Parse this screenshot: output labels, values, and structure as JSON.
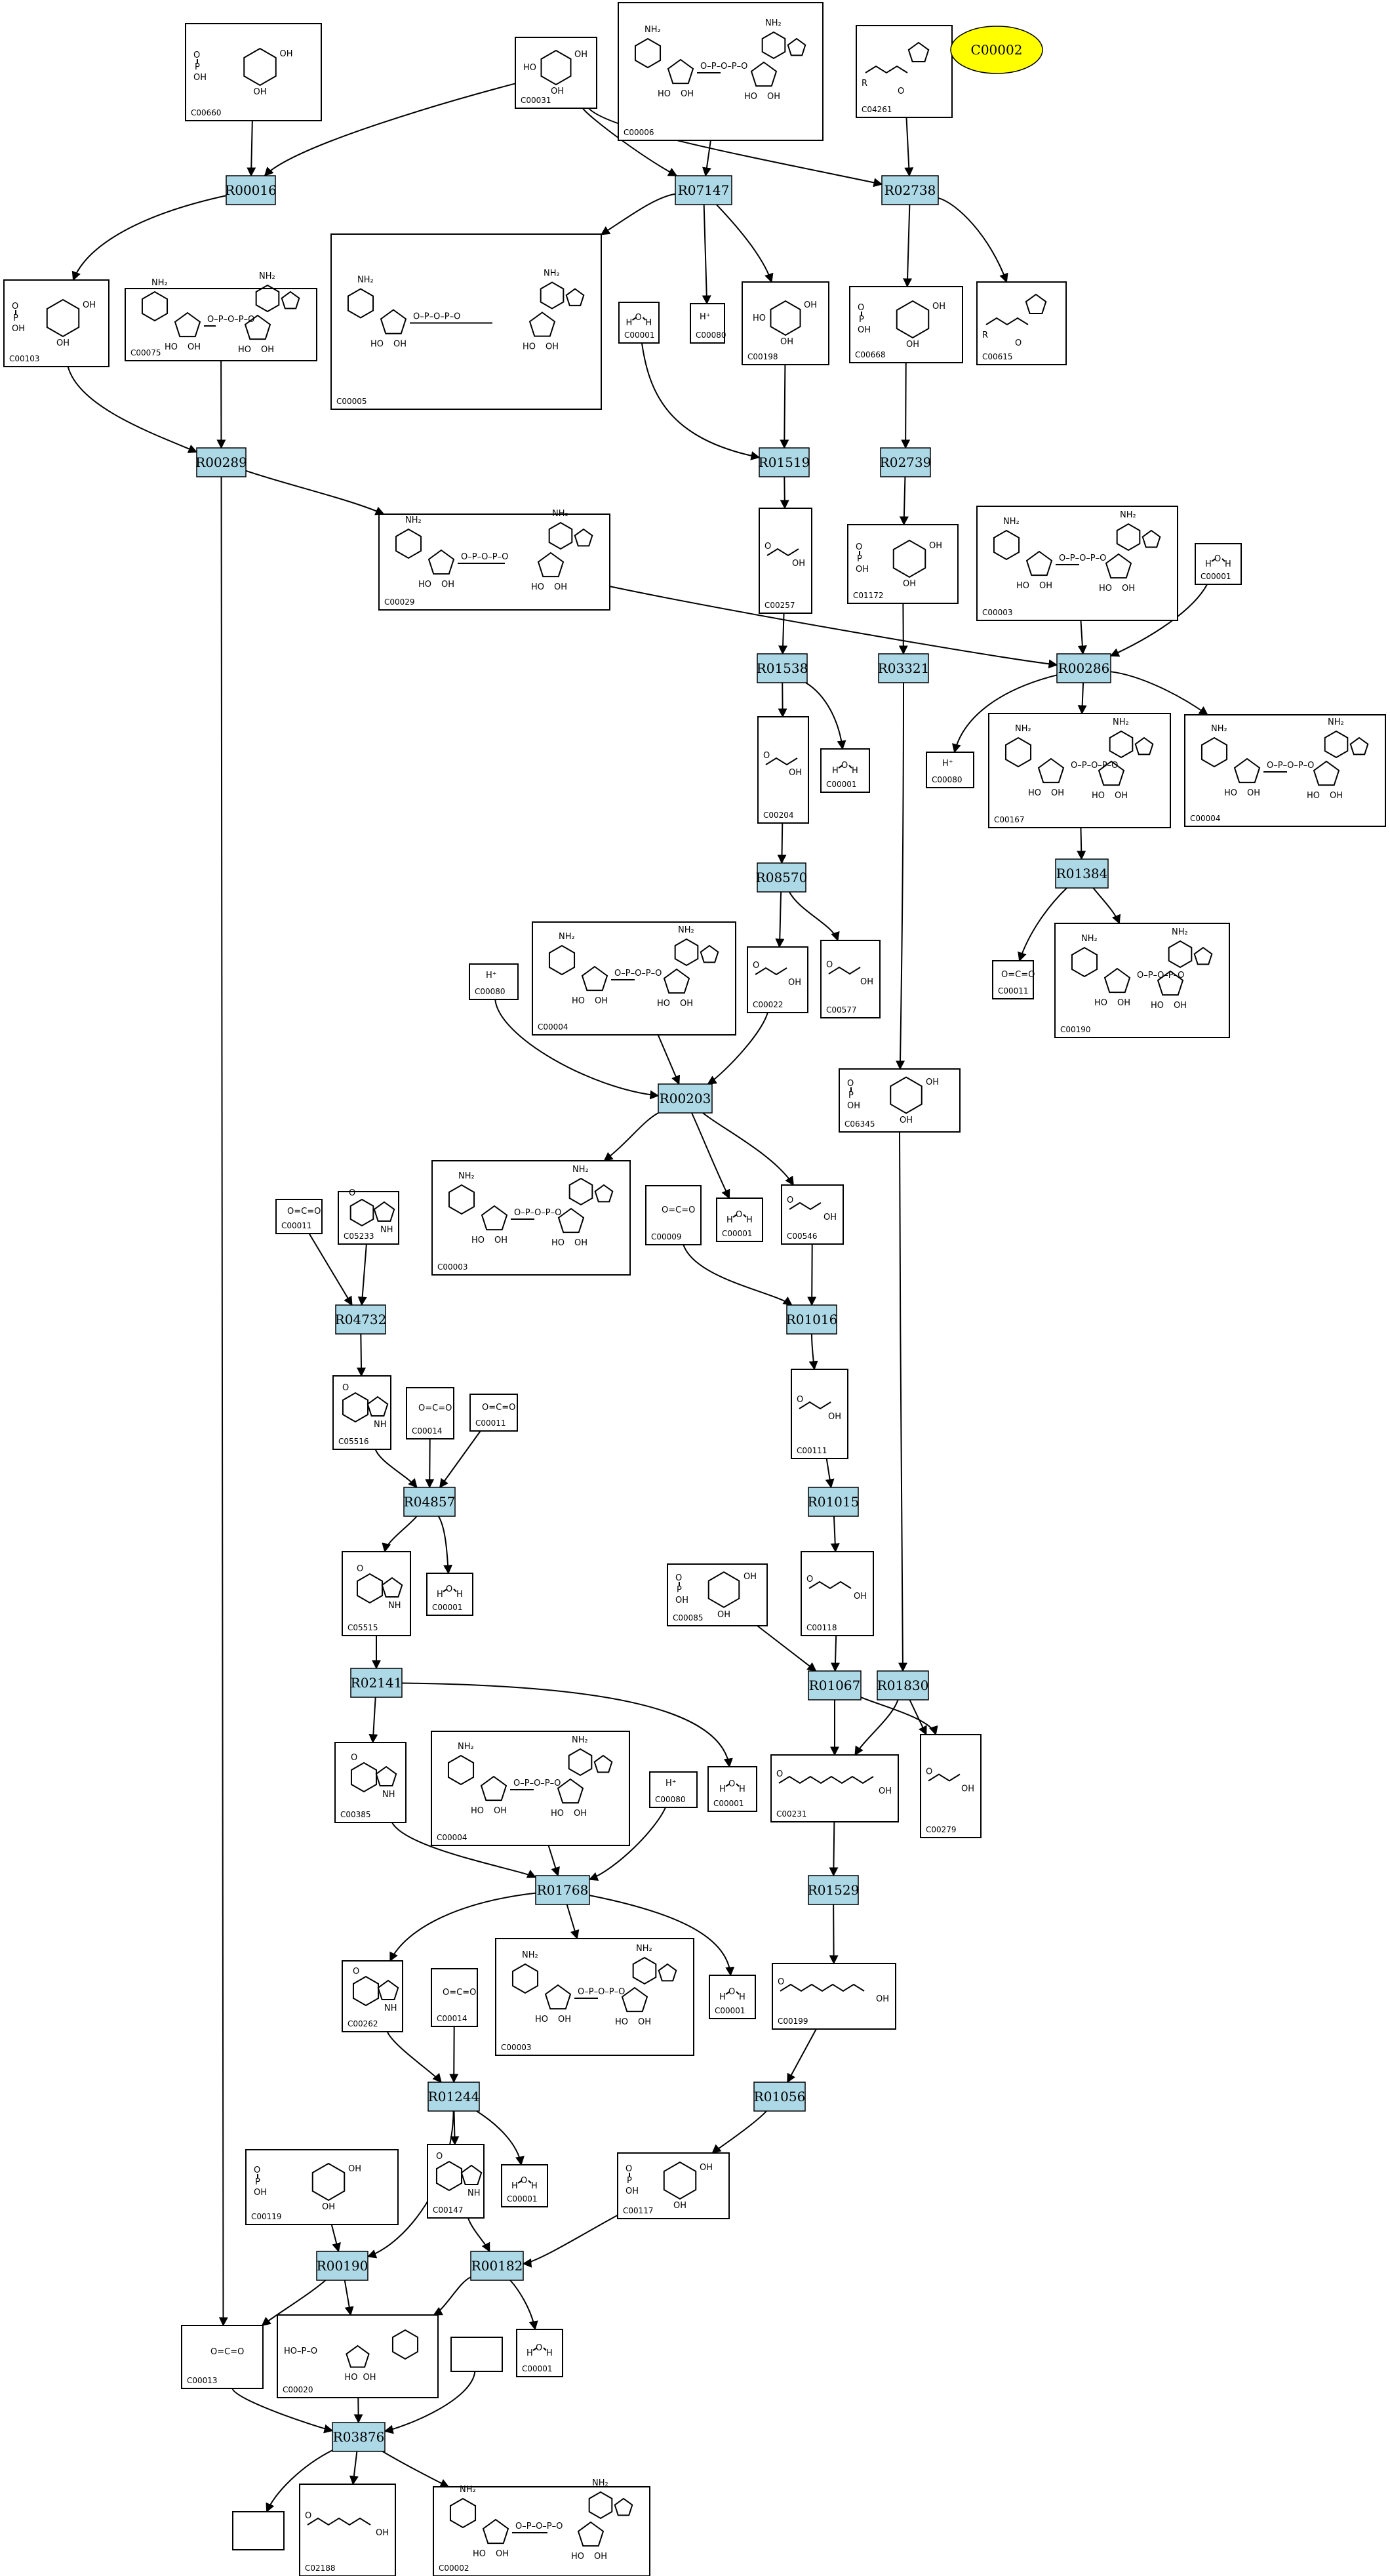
{
  "highlight": {
    "id": "C00002",
    "color": "#ffff00"
  },
  "reaction_color": "#add8e6",
  "reactions": [
    {
      "key": "r1",
      "id": "R00016"
    },
    {
      "key": "r2",
      "id": "R07147"
    },
    {
      "key": "r3",
      "id": "R02738"
    },
    {
      "key": "r4",
      "id": "R00289"
    },
    {
      "key": "r5",
      "id": "R01519"
    },
    {
      "key": "r6",
      "id": "R02739"
    },
    {
      "key": "r7",
      "id": "R01538"
    },
    {
      "key": "r8",
      "id": "R03321"
    },
    {
      "key": "r9",
      "id": "R00286"
    },
    {
      "key": "r10",
      "id": "R08570"
    },
    {
      "key": "r11",
      "id": "R01384"
    },
    {
      "key": "r12",
      "id": "R00203"
    },
    {
      "key": "r13",
      "id": "R04732"
    },
    {
      "key": "r14",
      "id": "R01016"
    },
    {
      "key": "r15",
      "id": "R04857"
    },
    {
      "key": "r16",
      "id": "R01015"
    },
    {
      "key": "r17",
      "id": "R02141"
    },
    {
      "key": "r18",
      "id": "R01067"
    },
    {
      "key": "r19",
      "id": "R01830"
    },
    {
      "key": "r20",
      "id": "R01768"
    },
    {
      "key": "r21",
      "id": "R01529"
    },
    {
      "key": "r22",
      "id": "R01244"
    },
    {
      "key": "r23",
      "id": "R01056"
    },
    {
      "key": "r24",
      "id": "R00190"
    },
    {
      "key": "r25",
      "id": "R00182"
    },
    {
      "key": "r26",
      "id": "R03876"
    }
  ],
  "compounds": [
    {
      "key": "c1",
      "id": "C00660",
      "kind": "sugar-phosphate"
    },
    {
      "key": "c2",
      "id": "C00031",
      "kind": "sugar"
    },
    {
      "key": "c3",
      "id": "C00006",
      "kind": "nucleotide"
    },
    {
      "key": "c4",
      "id": "C04261",
      "kind": "amino-acid"
    },
    {
      "key": "c5",
      "id": "C00103",
      "kind": "sugar-phosphate"
    },
    {
      "key": "c6",
      "id": "C00075",
      "kind": "nucleotide"
    },
    {
      "key": "c7",
      "id": "C00005",
      "kind": "nucleotide"
    },
    {
      "key": "c8",
      "id": "C00001",
      "kind": "water"
    },
    {
      "key": "c9",
      "id": "C00080",
      "kind": "proton"
    },
    {
      "key": "c10",
      "id": "C00198",
      "kind": "sugar"
    },
    {
      "key": "c11",
      "id": "C00668",
      "kind": "sugar-phosphate"
    },
    {
      "key": "c12",
      "id": "C00615",
      "kind": "amino-acid"
    },
    {
      "key": "c13",
      "id": "C00029",
      "kind": "nucleotide"
    },
    {
      "key": "c14",
      "id": "C00257",
      "kind": "chain"
    },
    {
      "key": "c15",
      "id": "C01172",
      "kind": "sugar-phosphate"
    },
    {
      "key": "c16",
      "id": "C00003",
      "kind": "nucleotide"
    },
    {
      "key": "c17",
      "id": "C00001",
      "kind": "water"
    },
    {
      "key": "c18",
      "id": "C00204",
      "kind": "chain"
    },
    {
      "key": "c19",
      "id": "C00001",
      "kind": "water"
    },
    {
      "key": "c20",
      "id": "C00080",
      "kind": "proton"
    },
    {
      "key": "c21",
      "id": "C00167",
      "kind": "nucleotide"
    },
    {
      "key": "c22",
      "id": "C00004",
      "kind": "nucleotide"
    },
    {
      "key": "c23",
      "id": "C00080",
      "kind": "proton"
    },
    {
      "key": "c24",
      "id": "C00004",
      "kind": "nucleotide"
    },
    {
      "key": "c25",
      "id": "C00022",
      "kind": "chain"
    },
    {
      "key": "c26",
      "id": "C00577",
      "kind": "chain"
    },
    {
      "key": "c27",
      "id": "C00011",
      "kind": "small"
    },
    {
      "key": "c28",
      "id": "C00190",
      "kind": "nucleotide"
    },
    {
      "key": "c29",
      "id": "C06345",
      "kind": "sugar-phosphate"
    },
    {
      "key": "c30",
      "id": "C00011",
      "kind": "small"
    },
    {
      "key": "c31",
      "id": "C05233",
      "kind": "ring"
    },
    {
      "key": "c32",
      "id": "C00003",
      "kind": "nucleotide"
    },
    {
      "key": "c33",
      "id": "C00009",
      "kind": "small"
    },
    {
      "key": "c34",
      "id": "C00001",
      "kind": "water"
    },
    {
      "key": "c35",
      "id": "C00546",
      "kind": "chain"
    },
    {
      "key": "c36",
      "id": "C05516",
      "kind": "ring"
    },
    {
      "key": "c37",
      "id": "C00014",
      "kind": "small"
    },
    {
      "key": "c38",
      "id": "C00011",
      "kind": "small"
    },
    {
      "key": "c39",
      "id": "C00111",
      "kind": "chain"
    },
    {
      "key": "c40",
      "id": "C05515",
      "kind": "ring"
    },
    {
      "key": "c41",
      "id": "C00001",
      "kind": "water"
    },
    {
      "key": "c42",
      "id": "C00085",
      "kind": "sugar-phosphate"
    },
    {
      "key": "c43",
      "id": "C00118",
      "kind": "chain"
    },
    {
      "key": "c44",
      "id": "C00385",
      "kind": "ring"
    },
    {
      "key": "c45",
      "id": "C00004",
      "kind": "nucleotide"
    },
    {
      "key": "c46",
      "id": "C00080",
      "kind": "proton"
    },
    {
      "key": "c47",
      "id": "C00001",
      "kind": "water"
    },
    {
      "key": "c48",
      "id": "C00231",
      "kind": "chain"
    },
    {
      "key": "c49",
      "id": "C00279",
      "kind": "chain"
    },
    {
      "key": "c50",
      "id": "C00262",
      "kind": "ring"
    },
    {
      "key": "c51",
      "id": "C00014",
      "kind": "small"
    },
    {
      "key": "c52",
      "id": "C00003",
      "kind": "nucleotide"
    },
    {
      "key": "c53",
      "id": "C00001",
      "kind": "water"
    },
    {
      "key": "c54",
      "id": "C00199",
      "kind": "chain"
    },
    {
      "key": "c55",
      "id": "C00119",
      "kind": "sugar-phosphate"
    },
    {
      "key": "c56",
      "id": "C00147",
      "kind": "ring"
    },
    {
      "key": "c57",
      "id": "C00001",
      "kind": "water"
    },
    {
      "key": "c58",
      "id": "C00117",
      "kind": "sugar-phosphate"
    },
    {
      "key": "c59",
      "id": "C00013",
      "kind": "small"
    },
    {
      "key": "c60",
      "id": "C00020",
      "kind": "nucleotide"
    },
    {
      "key": "c61",
      "id": "",
      "kind": "empty"
    },
    {
      "key": "c62",
      "id": "C00001",
      "kind": "water"
    },
    {
      "key": "c63",
      "id": "",
      "kind": "empty"
    },
    {
      "key": "c64",
      "id": "C02188",
      "kind": "chain"
    },
    {
      "key": "c65",
      "id": "C00002",
      "kind": "nucleotide"
    }
  ]
}
